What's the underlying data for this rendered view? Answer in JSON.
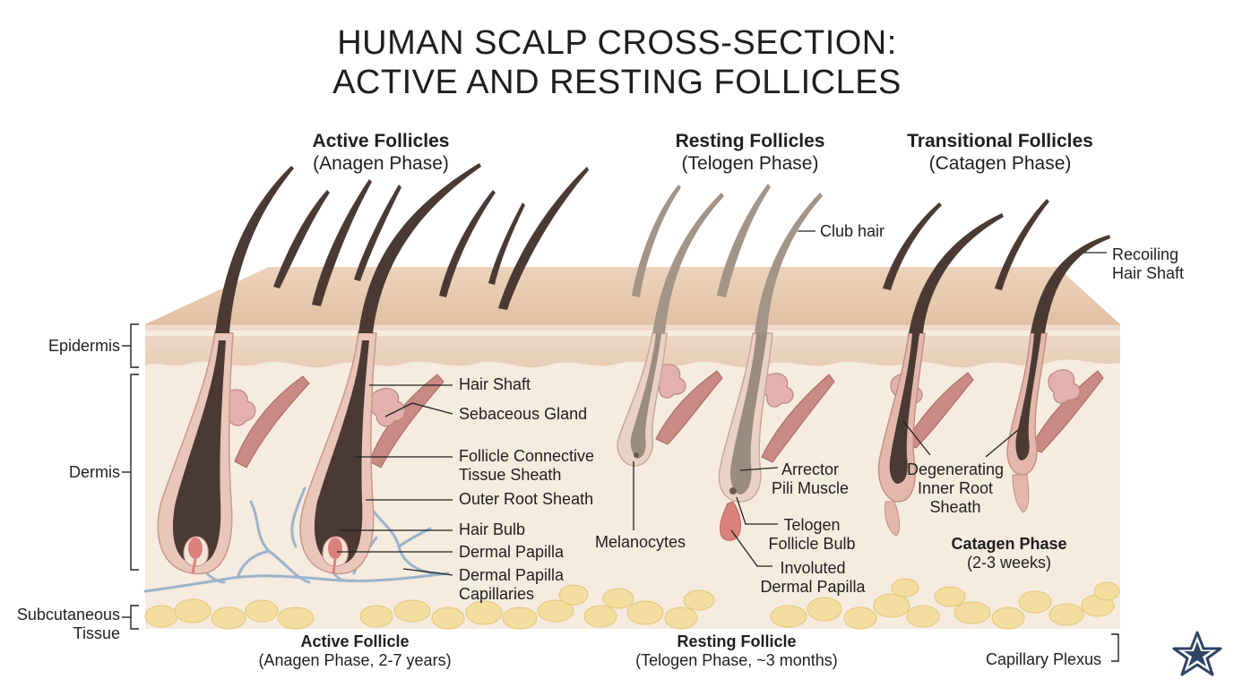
{
  "title": {
    "line1": "HUMAN SCALP CROSS-SECTION:",
    "line2": "ACTIVE AND RESTING FOLLICLES"
  },
  "headers": {
    "active": {
      "name": "Active Follicles",
      "phase": "(Anagen Phase)"
    },
    "resting": {
      "name": "Resting Follicles",
      "phase": "(Telogen Phase)"
    },
    "transitional": {
      "name": "Transitional Follicles",
      "phase": "(Catagen Phase)"
    }
  },
  "layers": {
    "epidermis": "Epidermis",
    "dermis": "Dermis",
    "subcutaneous_line1": "Subcutaneous",
    "subcutaneous_line2": "Tissue"
  },
  "labels": {
    "hair_shaft": "Hair Shaft",
    "sebaceous_gland": "Sebaceous Gland",
    "follicle_ct_sheath_1": "Follicle Connective",
    "follicle_ct_sheath_2": "Tissue Sheath",
    "outer_root_sheath": "Outer Root Sheath",
    "hair_bulb": "Hair Bulb",
    "dermal_papilla": "Dermal Papilla",
    "dermal_papilla_capillaries_1": "Dermal Papilla",
    "dermal_papilla_capillaries_2": "Capillaries",
    "melanocytes": "Melanocytes",
    "club_hair": "Club hair",
    "arrector_1": "Arrector",
    "arrector_2": "Pili Muscle",
    "telogen_bulb_1": "Telogen",
    "telogen_bulb_2": "Follicle Bulb",
    "involuted_1": "Involuted",
    "involuted_2": "Dermal Papilla",
    "degenerating_1": "Degenerating",
    "degenerating_2": "Inner Root",
    "degenerating_3": "Sheath",
    "recoiling_1": "Recoiling",
    "recoiling_2": "Hair Shaft",
    "catagen_phase": "Catagen Phase",
    "catagen_duration": "(2-3 weeks)",
    "capillary_plexus": "Capillary Plexus"
  },
  "footer": {
    "active_name": "Active Follicle",
    "active_detail": "(Anagen Phase, 2-7 years)",
    "resting_name": "Resting Follicle",
    "resting_detail": "(Telogen Phase, ~3 months)"
  },
  "colors": {
    "epidermis": "#efd9c6",
    "epidermis_top": "#e4c4a7",
    "dermis": "#f6ebdf",
    "fat": "#f3dea0",
    "hair_dark": "#4a3a33",
    "hair_grey": "#9b8c80",
    "muscle": "#c98a84",
    "gland": "#e2b1ab",
    "capillary": "#9ab4cc",
    "papilla": "#d9827c"
  },
  "icons": {
    "logo": "star-logo-icon"
  }
}
